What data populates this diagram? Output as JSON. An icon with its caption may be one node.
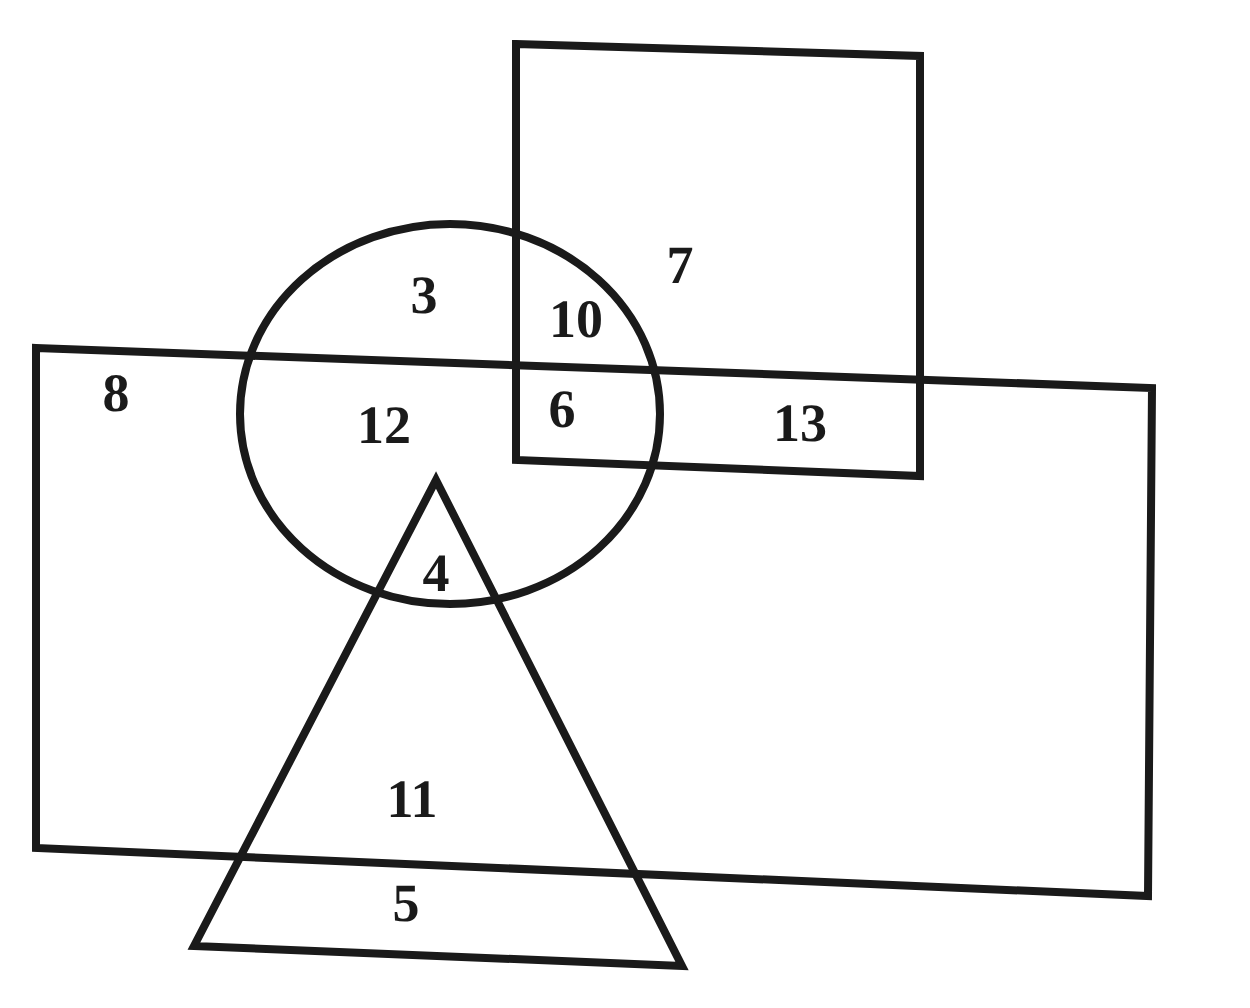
{
  "diagram": {
    "nodes": [
      {
        "text": [],
        "shape": "box"
      },
      {
        "text": [],
        "shape": "circle"
      },
      {
        "text": [],
        "shape": "box"
      },
      {
        "text": [],
        "shape": "triangle"
      }
    ],
    "labels": [
      "7",
      "3",
      "10",
      "8",
      "12",
      "6",
      "13",
      "4",
      "11",
      "5"
    ]
  }
}
